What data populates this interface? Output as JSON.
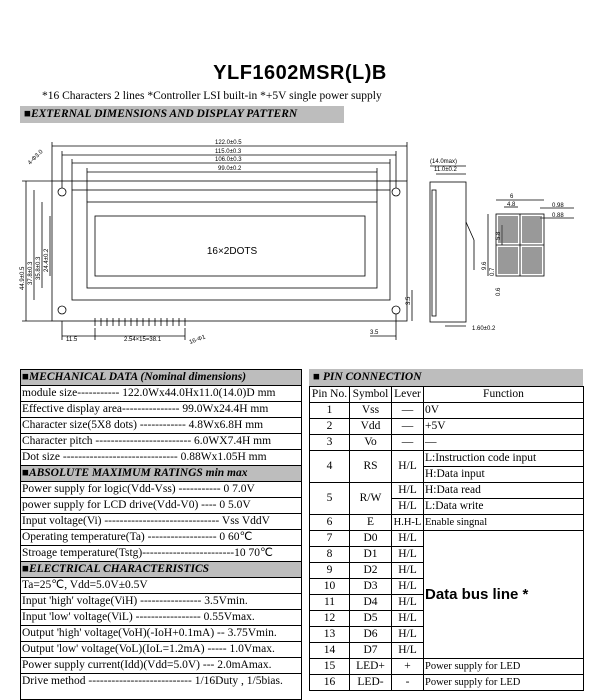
{
  "title": "YLF1602MSR(L)B",
  "subtitle": "*16  Characters  2 lines  *Controller LSI built-in  *+5V single power supply",
  "section_external": "■EXTERNAL  DIMENSIONS AND DISPLAY PATTERN",
  "drawing": {
    "dim_122": "122.0±0.5",
    "dim_115": "115.0±0.3",
    "dim_106": "106.0±0.3",
    "dim_99": "99.0±0.2",
    "dim_4phi": "4-Φ3.0",
    "dim_44_9": "44.9±0.5",
    "dim_37_8": "37.8±0.3",
    "dim_35_8": "35.8±0.3",
    "dim_24_4": "24.4±0.2",
    "display_text": "16×2DOTS",
    "dim_3_5_right": "3.5",
    "dim_11_5": "11.5",
    "dim_pitch": "2.54×15=38.1",
    "dim_16phi": "16-Φ1",
    "dim_3_5_bottom": "3.5",
    "dim_14max": "(14.0max)",
    "dim_11": "11.0±0.2",
    "dim_1_6": "1.60±0.2",
    "dim_6": "6",
    "dim_4_8": "4.8",
    "dim_0_98": "0.98",
    "dim_0_88": "0.88",
    "dim_5_8": "5.8",
    "dim_9_6": "9.6",
    "dim_0_7": "0.7",
    "dim_0_6": "0.6"
  },
  "mechanical": {
    "header": "■MECHANICAL  DATA  (Nominal  dimensions)",
    "rows": [
      "module  size----------- 122.0Wx44.0Hx11.0(14.0)D mm",
      "Effective  display  area--------------- 99.0Wx24.4H mm",
      "Character size(5X8 dots) ------------   4.8Wx6.8H  mm",
      "Character pitch  -------------------------  6.0WX7.4H mm",
      "Dot  size ------------------------------  0.88Wx1.05H  mm"
    ]
  },
  "absolute": {
    "header": "■ABSOLUTE MAXIMUM RATINGS  min    max",
    "rows": [
      "Power  supply for logic(Vdd-Vss)  -----------  0    7.0V",
      "power supply for LCD drive(Vdd-V0)  ----  0    5.0V",
      "Input voltage(Vi) ------------------------------ Vss  VddV",
      "Operating  temperature(Ta)  ------------------  0    60℃",
      "Stroage  temperature(Tstg)------------------------10   70℃"
    ]
  },
  "electrical": {
    "header": "■ELECTRICAL   CHARACTERISTICS",
    "rows": [
      "   Ta=25℃,    Vdd=5.0V±0.5V",
      "Input  'high'  voltage(ViH) ----------------   3.5Vmin.",
      "Input  'low'  voltage(ViL)  -----------------    0.55Vmax.",
      "Output 'high' voltage(VoH)(-IoH+0.1mA) -- 3.75Vmin.",
      "Output 'low' voltage(VoL)(IoL=1.2mA)  ----- 1.0Vmax.",
      "Power supply current(Idd)(Vdd=5.0V)  --- 2.0mAmax.",
      "Drive  method  ---------------------------   1/16Duty , 1/5bias."
    ]
  },
  "pin_connection": {
    "header": "■  PIN  CONNECTION",
    "columns": [
      "Pin No.",
      "Symbol",
      "Lever",
      "Function"
    ],
    "rows": [
      {
        "pin": "1",
        "symbol": "Vss",
        "level": "—",
        "function": "0V"
      },
      {
        "pin": "2",
        "symbol": "Vdd",
        "level": "—",
        "function": "+5V"
      },
      {
        "pin": "3",
        "symbol": "Vo",
        "level": "—",
        "function": "—"
      },
      {
        "pin": "4",
        "symbol": "RS",
        "level": "H/L",
        "function_a": "L:Instruction code input",
        "function_b": "H:Data input"
      },
      {
        "pin": "5",
        "symbol": "R/W",
        "level_a": "H/L",
        "level_b": "H/L",
        "function_a": "H:Data read",
        "function_b": "L:Data write"
      },
      {
        "pin": "6",
        "symbol": "E",
        "level": "H.H-L",
        "function": "Enable singnal"
      },
      {
        "pin": "7",
        "symbol": "D0",
        "level": "H/L"
      },
      {
        "pin": "8",
        "symbol": "D1",
        "level": "H/L"
      },
      {
        "pin": "9",
        "symbol": "D2",
        "level": "H/L"
      },
      {
        "pin": "10",
        "symbol": "D3",
        "level": "H/L"
      },
      {
        "pin": "11",
        "symbol": "D4",
        "level": "H/L"
      },
      {
        "pin": "12",
        "symbol": "D5",
        "level": "H/L"
      },
      {
        "pin": "13",
        "symbol": "D6",
        "level": "H/L"
      },
      {
        "pin": "14",
        "symbol": "D7",
        "level": "H/L"
      },
      {
        "pin": "15",
        "symbol": "LED+",
        "level": "+",
        "function": "Power supply for LED"
      },
      {
        "pin": "16",
        "symbol": "LED-",
        "level": "-",
        "function": "Power supply for LED"
      }
    ],
    "data_bus_label": "Data bus line  *"
  }
}
